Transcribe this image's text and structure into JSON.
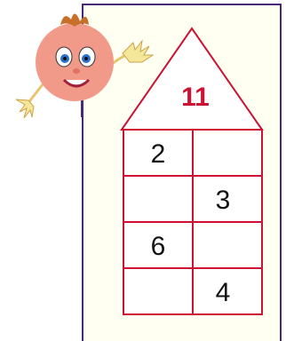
{
  "colors": {
    "house_stroke": "#cc1133",
    "card_border": "#4a2878",
    "card_fill": "#fffff2",
    "roof_number": "#cc1133",
    "face": "#f29a8a",
    "hair": "#c8702a",
    "hands": "#f5e79a"
  },
  "mascot": {
    "icon": "smiling-girl-face-icon"
  },
  "house": {
    "roof_number": "11",
    "rows": [
      {
        "left": "2",
        "right": ""
      },
      {
        "left": "",
        "right": "3"
      },
      {
        "left": "6",
        "right": ""
      },
      {
        "left": "",
        "right": "4"
      }
    ]
  }
}
